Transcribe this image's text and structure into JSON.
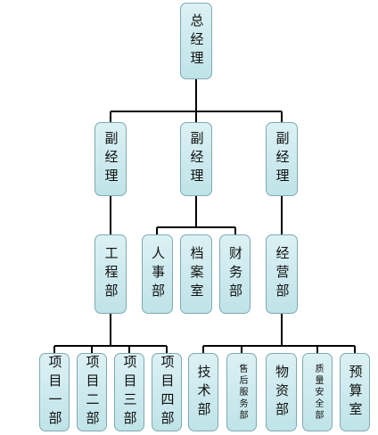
{
  "diagram": {
    "top": {
      "label": "总经理"
    },
    "vps": [
      {
        "label": "副经理"
      },
      {
        "label": "副经理"
      },
      {
        "label": "副经理"
      }
    ],
    "departments": {
      "engineering": {
        "label": "工程部"
      },
      "hr": {
        "label": "人事部"
      },
      "archive": {
        "label": "档案室"
      },
      "finance": {
        "label": "财务部"
      },
      "operations": {
        "label": "经营部"
      }
    },
    "projects": [
      {
        "label": "项目一部"
      },
      {
        "label": "项目二部"
      },
      {
        "label": "项目三部"
      },
      {
        "label": "项目四部"
      }
    ],
    "operations_units": [
      {
        "label": "技术部"
      },
      {
        "label": "售后服务部"
      },
      {
        "label": "物资部"
      },
      {
        "label": "质量安全部"
      },
      {
        "label": "预算室"
      }
    ],
    "colors": {
      "node_fill": "#c8e8ec",
      "node_border": "#7faab0",
      "connector": "#000000"
    }
  }
}
